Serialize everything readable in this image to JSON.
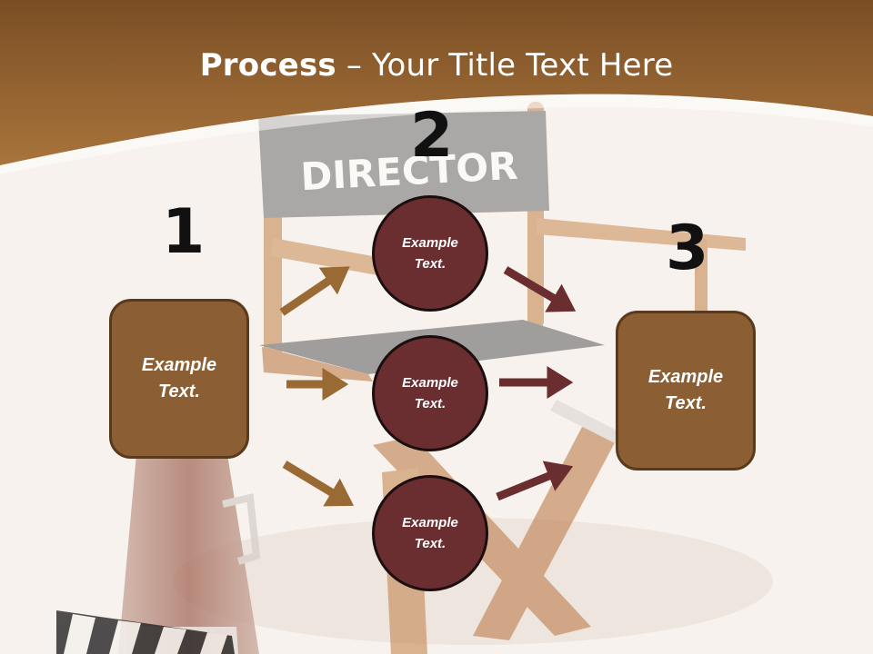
{
  "title": {
    "bold": "Process",
    "rest": " – Your Title Text Here"
  },
  "background": {
    "chair_back_text": "DIRECTOR"
  },
  "steps": [
    {
      "number": "1",
      "label": "Example\nText."
    },
    {
      "number": "2",
      "label": "Example\nText."
    },
    {
      "number": "3",
      "label": "Example\nText."
    }
  ],
  "circles": [
    {
      "label": "Example\nText."
    },
    {
      "label": "Example\nText."
    },
    {
      "label": "Example\nText."
    }
  ],
  "colors": {
    "header": "#8b5a2b",
    "box_fill": "#8b5e34",
    "circle_fill": "#6b2e30",
    "arrow_brown": "#9a6a35",
    "arrow_maroon": "#6b2e30"
  }
}
